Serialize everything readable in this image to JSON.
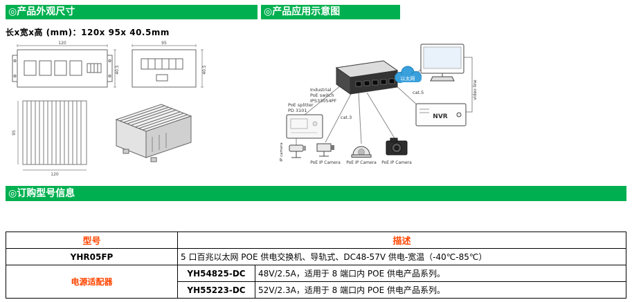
{
  "sections": {
    "dimensions_title": "◎产品外观尺寸",
    "application_title": "◎产品应用示意图",
    "ordering_title": "◎订购型号信息"
  },
  "dimensions_note": "长x宽x高 (mm)：120x 95x 40.5mm",
  "drawing": {
    "width": "120",
    "depth": "95",
    "height": "40.5"
  },
  "diagram": {
    "switch_line1": "Industrial",
    "switch_line2": "PoE switch",
    "switch_line3": "IPS33054PF",
    "cloud": "以太网",
    "cat5": "cat.5",
    "cat3": "cat.3",
    "video_line": "video line",
    "nvr": "NVR",
    "splitter_line1": "PoE splitter",
    "splitter_line2": "PD 3101",
    "ip_camera": "IP camera",
    "poe_ip_camera": "PoE IP Camera"
  },
  "table": {
    "header": {
      "model": "型号",
      "description": "描述"
    },
    "row1": {
      "model": "YHR05FP",
      "description": "5 口百兆以太网 POE 供电交换机、导轨式、DC48-57V 供电-宽温（-40℃-85℃）"
    },
    "group": {
      "label": "电源适配器",
      "rows": [
        {
          "model": "YH54825-DC",
          "description": "48V/2.5A，适用于 8 端口内 POE 供电产品系列。"
        },
        {
          "model": "YH55223-DC",
          "description": "52V/2.3A，适用于 8 端口内 POE 供电产品系列。"
        }
      ]
    }
  },
  "colors": {
    "section_green": "#00B050",
    "table_red": "#FF4500"
  }
}
